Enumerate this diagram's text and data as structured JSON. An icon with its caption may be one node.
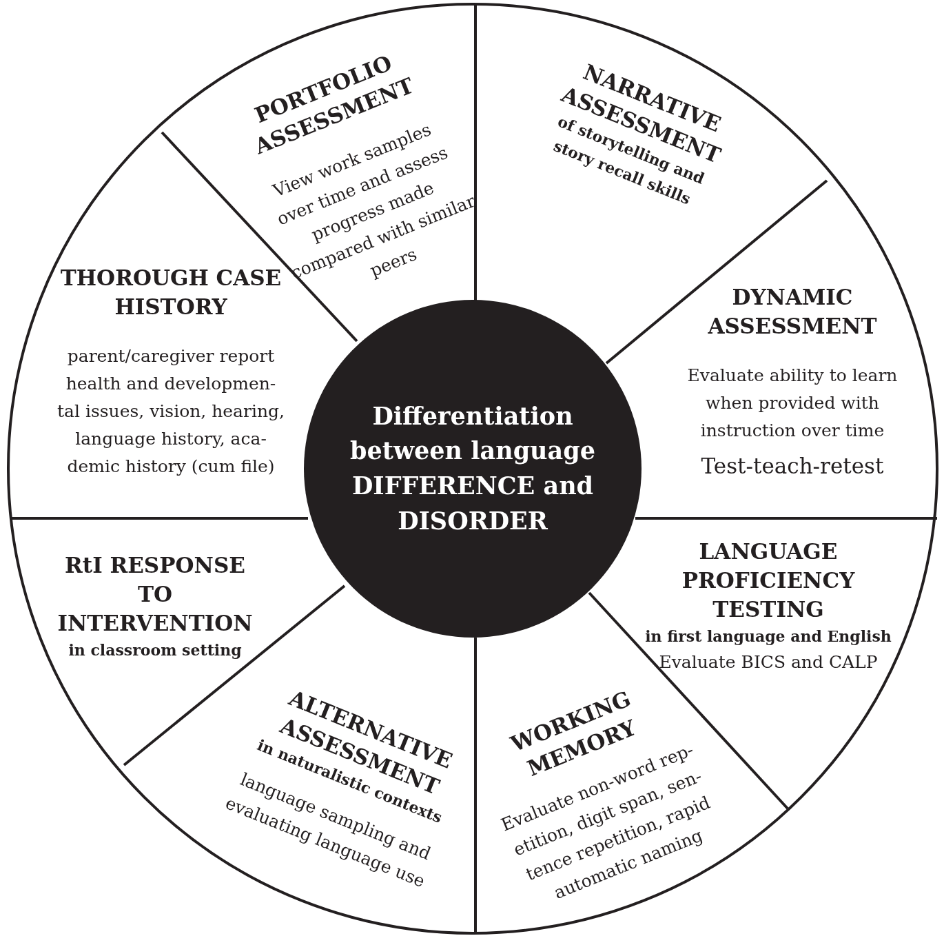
{
  "diagram": {
    "nodes": [
      {
        "text": [],
        "shape": "circle"
      },
      {
        "text": [
          "Differentiation between language DIFFERENCE and DISORDER"
        ],
        "in": 0
      },
      {
        "text": [
          "PORTFOLIO ASSESSMENT",
          "View work samples over time and assess progress made compared with similar peers"
        ],
        "in": 0
      },
      {
        "text": [
          "NARRATIVE ASSESSMENT",
          "of storytelling and story recall skills"
        ],
        "in": 0
      },
      {
        "text": [
          "DYNAMIC ASSESSMENT",
          "Evaluate ability to learn when provided with instruction over time",
          "Test-teach-retest"
        ],
        "in": 0
      },
      {
        "text": [
          "LANGUAGE PROFICIENCY TESTING",
          "in first language and English",
          "Evaluate BICS and CALP"
        ],
        "in": 0
      },
      {
        "text": [
          "WORKING MEMORY",
          "Evaluate non-word rep- etition, digit span, sen- tence repetition, rapid automatic naming"
        ],
        "in": 0
      },
      {
        "text": [
          "ALTERNATIVE ASSESSMENT",
          "in naturalistic contexts",
          "language sampling and evaluating language use"
        ],
        "in": 0
      },
      {
        "text": [
          "RtI RESPONSE TO INTERVENTION",
          "in classroom setting"
        ],
        "in": 0
      },
      {
        "text": [
          "THOROUGH CASE HISTORY",
          "parent/caregiver report health and developmen- tal issues, vision, hearing, language history, aca- demic history (cum file)"
        ],
        "in": 0
      }
    ],
    "edges": []
  }
}
